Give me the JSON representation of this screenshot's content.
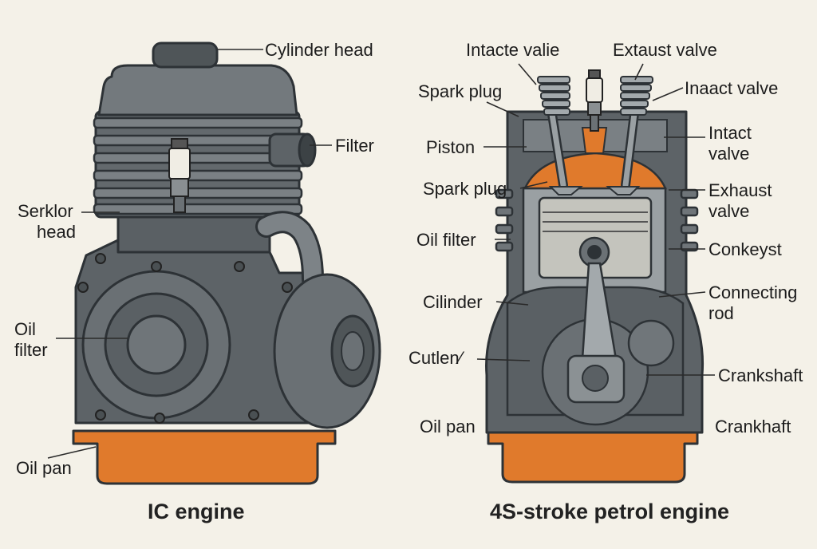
{
  "left_diagram": {
    "labels": {
      "cylinder_head": "Cylinder head",
      "filter": "Filter",
      "serklor_line1": "Serklor",
      "serklor_line2": "head",
      "oil_filter_line1": "Oil",
      "oil_filter_line2": "filter",
      "oil_pan": "Oil pan"
    },
    "caption": "IC engine"
  },
  "right_diagram": {
    "labels": {
      "intake_valve_top": "Intacte valie",
      "exhaust_valve_top": "Extaust valve",
      "inaact_valve": "Inaact valve",
      "spark_plug_top": "Spark plug",
      "intact_valve_line1": "Intact",
      "intact_valve_line2": "valve",
      "piston": "Piston",
      "spark_plug_mid": "Spark plug",
      "exhaust_valve_line1": "Exhaust",
      "exhaust_valve_line2": "valve",
      "oil_filter": "Oil filter",
      "conkeyst": "Conkeyst",
      "cilinder": "Cilinder",
      "connecting_rod_line1": "Connecting",
      "connecting_rod_line2": "rod",
      "cutlen": "Cutlen⁄",
      "crankshaft": "Crankshaft",
      "oil_pan": "Oil pan",
      "crankhaft": "Crankhaft"
    },
    "caption": "4S-stroke petrol engine"
  },
  "colors": {
    "background": "#f4f1e8",
    "engine_dark": "#4f5558",
    "engine_mid": "#6b7175",
    "engine_light": "#8b9194",
    "orange": "#e07a2c",
    "piston_silver": "#c4c4bd"
  }
}
